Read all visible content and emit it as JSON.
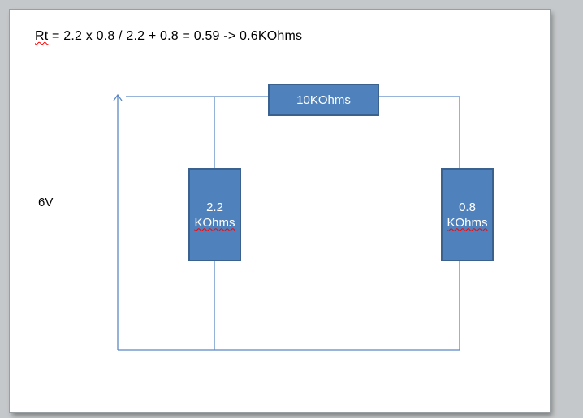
{
  "formula": {
    "term": "Rt",
    "rest": " = 2.2 x 0.8 / 2.2 + 0.8 = 0.59 -> 0.6KOhms"
  },
  "source": {
    "label": "6V"
  },
  "resistors": {
    "top": {
      "label": "10KOhms"
    },
    "left": {
      "value": "2.2",
      "unit": "KOhms"
    },
    "right": {
      "value": "0.8",
      "unit": "KOhms"
    }
  },
  "colors": {
    "resistor_fill": "#4f81bd",
    "resistor_border": "#3b618f",
    "wire": "#5c88c4",
    "spellcheck": "#ff0000",
    "canvas_bg": "#c5c8ca",
    "page_bg": "#ffffff",
    "text": "#000000",
    "resistor_text": "#ffffff"
  }
}
